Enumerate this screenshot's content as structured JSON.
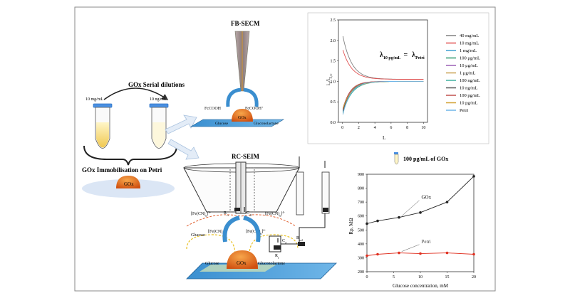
{
  "left": {
    "serial_title": "GOx Serial dilutions",
    "tube1_label": "10 mg/mL",
    "tube2_label": "10 ng/mL",
    "immob_title": "GOx Immobilisation on Petri",
    "gox_label": "GOx"
  },
  "fbsecm": {
    "title": "FB-SECM",
    "fecooh": "FcCOOH",
    "fecooh_plus": "FcCOOH",
    "plus_sup": "+",
    "glucose": "Glucose",
    "gox": "GOx",
    "gluconolactone": "Gluconolactone"
  },
  "rcseim": {
    "title": "RC-SEIM",
    "fe3_left": "[Fe(CN)",
    "fe_right": "[Fe(CN)",
    "fe3_mid": "[Fe(CN)",
    "fe4_mid": "[Fe(CN)",
    "sub6": "6",
    "sup3": "]",
    "sup4": "]",
    "rct_label": "R",
    "cdl_label": "C",
    "cd_label": "C",
    "rf_label": "R",
    "rsol_label": "R",
    "glucose_left": "Glucose",
    "glucose_bottom": "Glucose",
    "gox": "GOx",
    "gluconolactone": "Gluconolactone"
  },
  "approach_chart": {
    "ylabel": "i",
    "xlabel": "L",
    "lambda_eq_left": "λ",
    "lambda_left_sub": "10 pg/mL",
    "lambda_eq_right": "λ",
    "lambda_right_sub": "Petri",
    "eq_sign": "=",
    "xticks": [
      "0",
      "2",
      "4",
      "6",
      "8",
      "10"
    ],
    "yticks": [
      "0.0",
      "0.5",
      "1.0",
      "1.5",
      "2.0",
      "2.5"
    ]
  },
  "legend": [
    {
      "label": "40 mg/mL",
      "color": "#808080"
    },
    {
      "label": "10 mg/mL",
      "color": "#e05050"
    },
    {
      "label": "1 mg/mL",
      "color": "#3fa0d0"
    },
    {
      "label": "100 μg/mL",
      "color": "#2f9a6f"
    },
    {
      "label": "10 μg/mL",
      "color": "#9a5fb5"
    },
    {
      "label": "1 μg/mL",
      "color": "#c8a050"
    },
    {
      "label": "100 ng/mL",
      "color": "#40b0a0"
    },
    {
      "label": "10 ng/mL",
      "color": "#555555"
    },
    {
      "label": "100 pg/mL",
      "color": "#c0504d"
    },
    {
      "label": "10 pg/mL",
      "color": "#d0a030"
    },
    {
      "label": "Petri",
      "color": "#6fb6e8"
    }
  ],
  "sample_label": "100 pg/mL of GOx",
  "chart_data": {
    "type": "line",
    "xlabel": "Glucose concentration, mM",
    "ylabel": "Rp, MΩ",
    "xlim": [
      0,
      20
    ],
    "ylim": [
      200,
      900
    ],
    "xticks": [
      "0",
      "5",
      "10",
      "15",
      "20"
    ],
    "yticks": [
      "200",
      "300",
      "400",
      "500",
      "600",
      "700",
      "800",
      "900"
    ],
    "series": [
      {
        "name": "GOx",
        "color": "#222222",
        "x": [
          0,
          2,
          6,
          10,
          15,
          20
        ],
        "y": [
          545,
          565,
          590,
          625,
          700,
          885
        ]
      },
      {
        "name": "Petri",
        "color": "#e03020",
        "x": [
          0,
          2,
          6,
          10,
          15,
          20
        ],
        "y": [
          315,
          325,
          335,
          330,
          335,
          325
        ]
      }
    ]
  }
}
